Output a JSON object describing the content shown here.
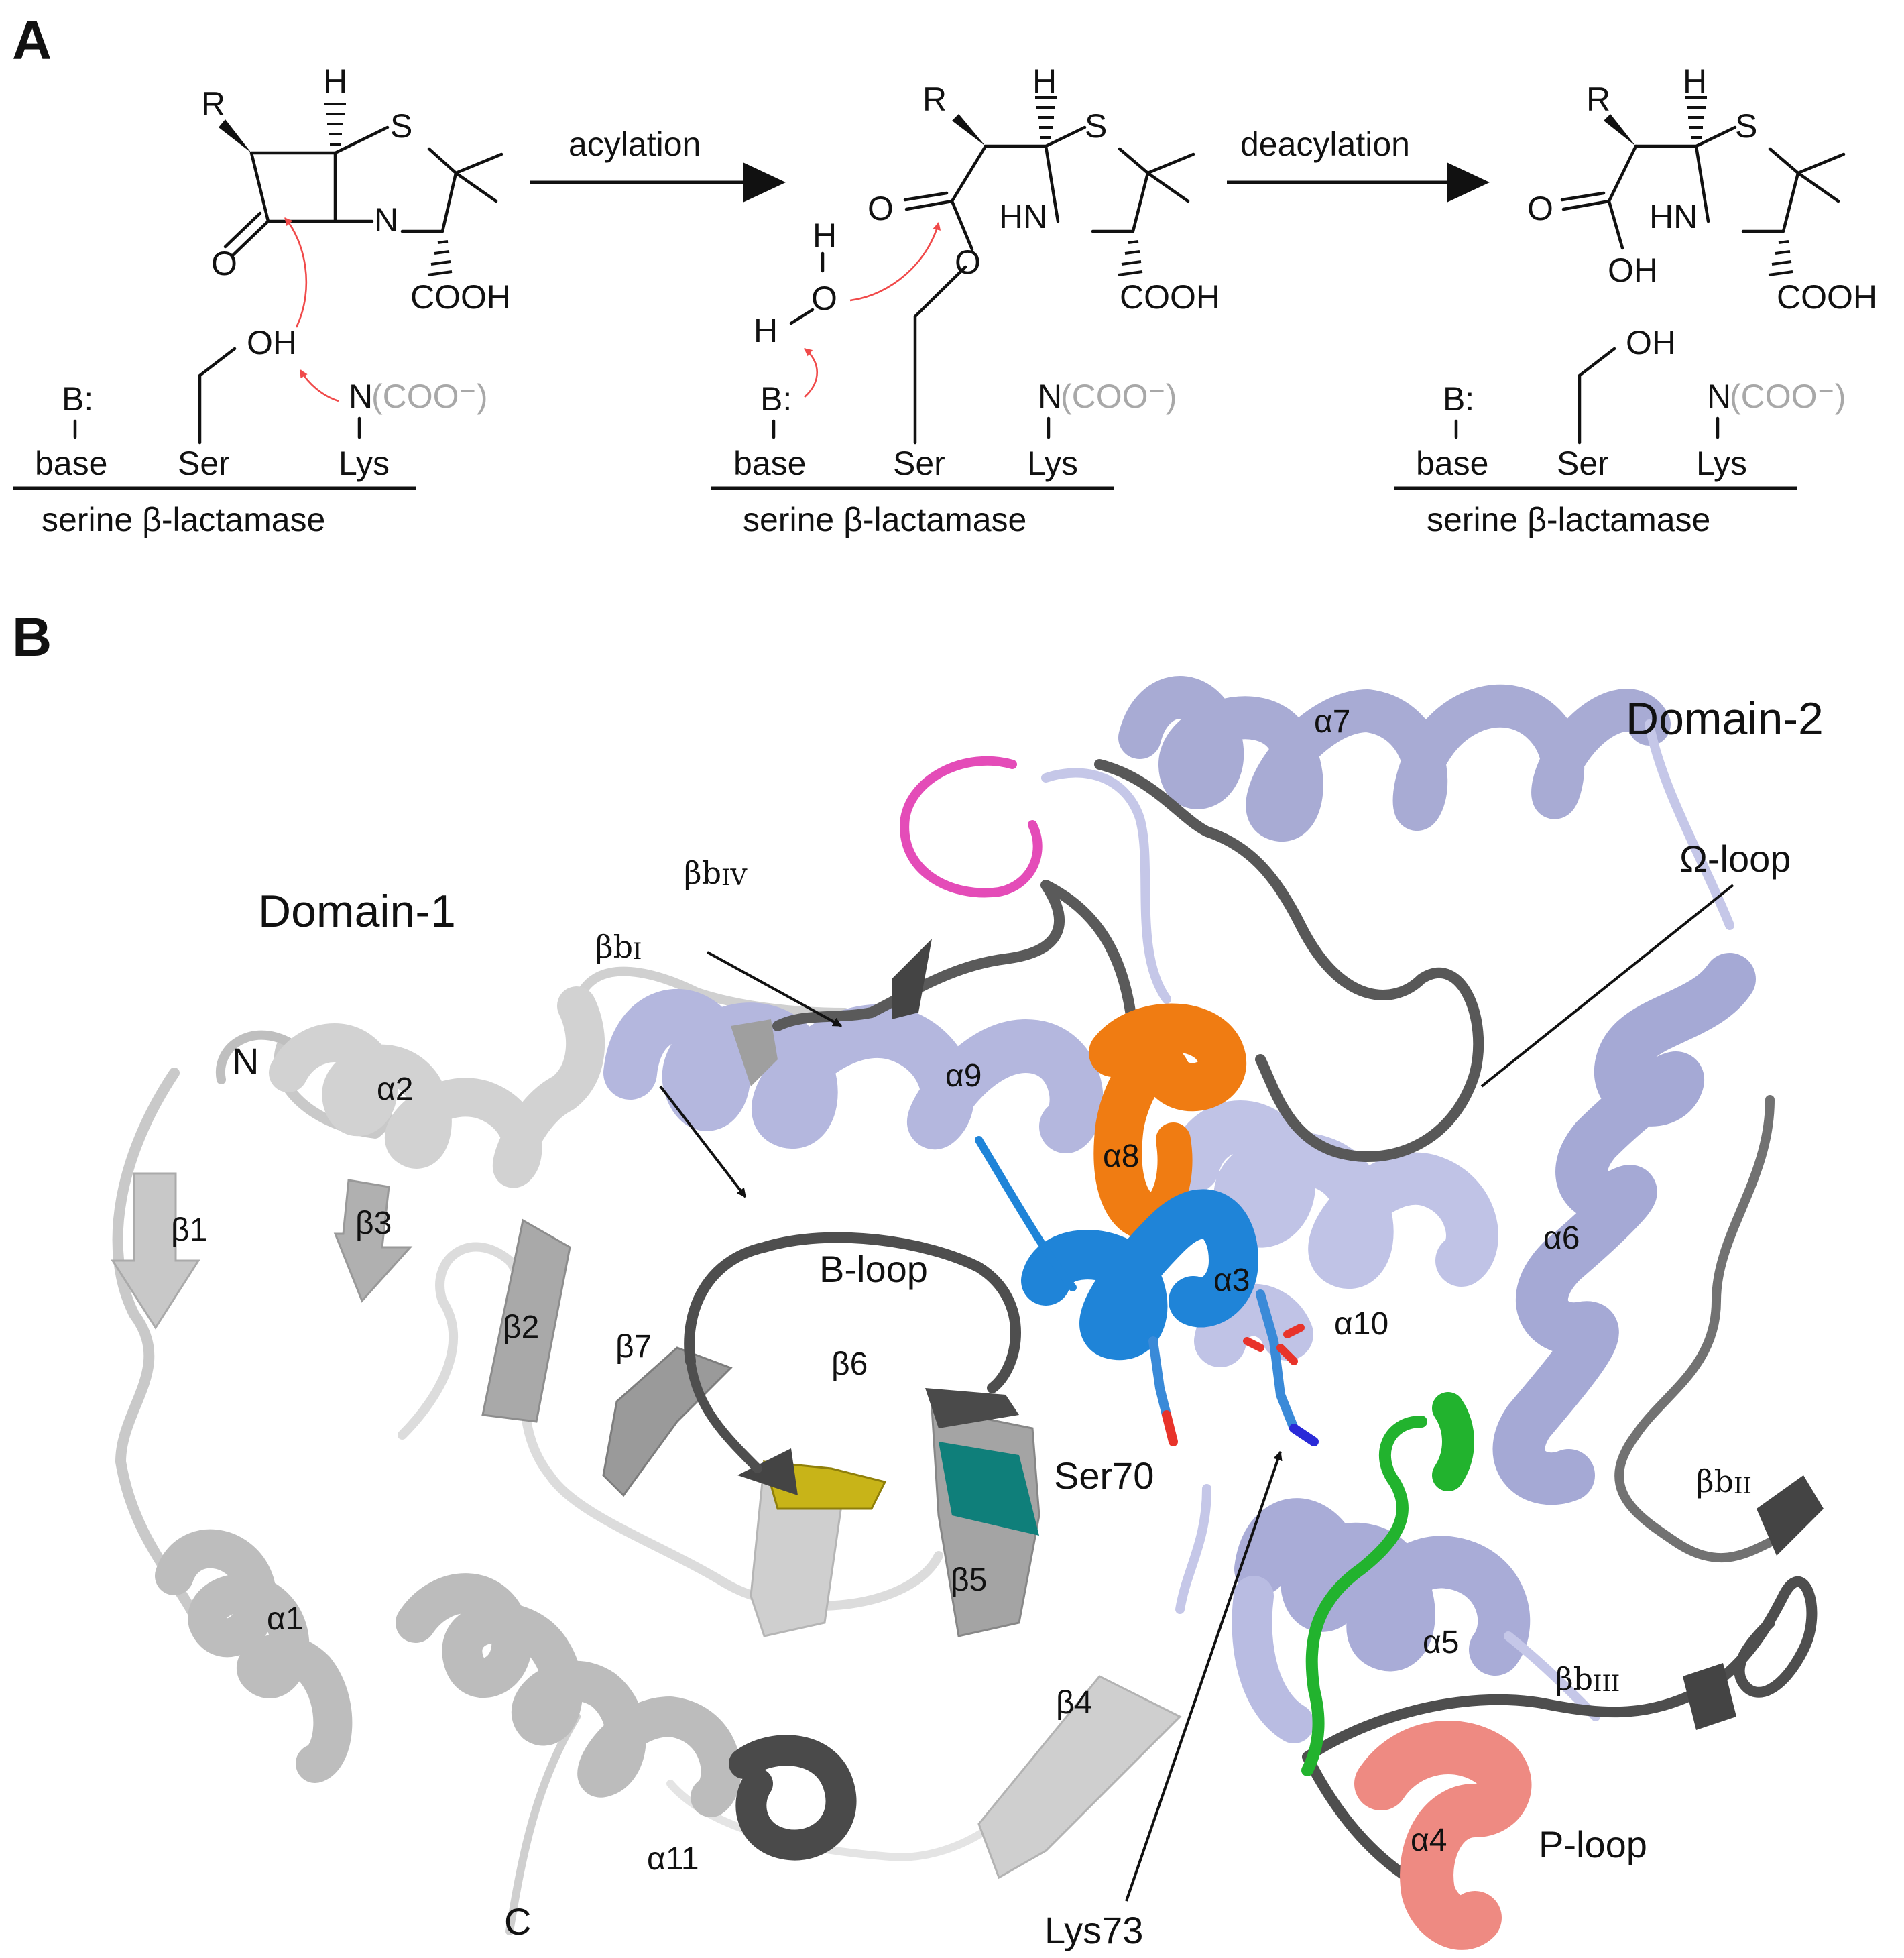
{
  "panel_a": {
    "letter": "A",
    "arrows": {
      "acylation": "acylation",
      "deacylation": "deacylation"
    },
    "atoms": {
      "R": "R",
      "H": "H",
      "S": "S",
      "N": "N",
      "O": "O",
      "HN": "HN",
      "COOH": "COOH",
      "OH": "OH",
      "B": "B:",
      "water_H": "H",
      "water_O": "O"
    },
    "residues": {
      "base": "base",
      "ser": "Ser",
      "lys": "Lys",
      "lys_n": "N",
      "coo": "(COO⁻)"
    },
    "enzyme": "serine β-lactamase"
  },
  "panel_b": {
    "letter": "B",
    "domains": {
      "d1": "Domain-1",
      "d2": "Domain-2"
    },
    "termini": {
      "n": "N",
      "c": "C"
    },
    "helices": {
      "a1": "α1",
      "a2": "α2",
      "a3": "α3",
      "a4": "α4",
      "a5": "α5",
      "a6": "α6",
      "a7": "α7",
      "a8": "α8",
      "a9": "α9",
      "a10": "α10",
      "a11": "α11"
    },
    "strands": {
      "b1": "β1",
      "b2": "β2",
      "b3": "β3",
      "b4": "β4",
      "b5": "β5",
      "b6": "β6",
      "b7": "β7"
    },
    "bridges": {
      "bbI_main": "βb",
      "bbI_sub": "I",
      "bbII_main": "βb",
      "bbII_sub": "II",
      "bbIII_main": "βb",
      "bbIII_sub": "III",
      "bbIV_main": "βb",
      "bbIV_sub": "IV"
    },
    "loops": {
      "omega": "Ω-loop",
      "b_loop": "B-loop",
      "p_loop": "P-loop"
    },
    "residues": {
      "ser70": "Ser70",
      "lys73": "Lys73"
    },
    "colors": {
      "domain1": "#d4d4d4",
      "domain2": "#b6b9df",
      "loop_dark": "#5a5a5a",
      "alpha8": "#f07c12",
      "alpha3": "#1f84d8",
      "alpha4": "#ee8a82",
      "green_loop": "#22b32e",
      "magenta_loop": "#e44cb8",
      "beta6": "#c8b418",
      "beta5": "#0f7f7a"
    }
  }
}
